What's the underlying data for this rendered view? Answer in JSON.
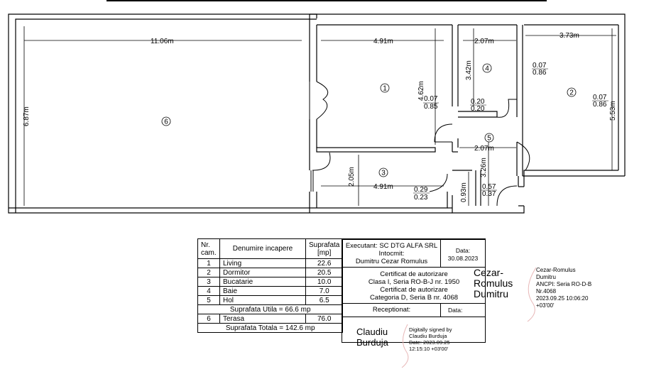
{
  "dimensions": {
    "terrace_width": "11.06m",
    "terrace_height": "6.87m",
    "living_width": "4.91m",
    "living_height": "4.62m",
    "bath_width": "2.07m",
    "bath_height": "3.42m",
    "bedroom_width": "3.73m",
    "bedroom_height": "5.53m",
    "hall_width": "2.07m",
    "hall_height": "3.26m",
    "kitchen_width": "4.91m",
    "kitchen_height": "2.05m",
    "small_height": "0.93m"
  },
  "windows": {
    "living": [
      "0.07",
      "0.85"
    ],
    "bath": [
      "0.20",
      "0.20"
    ],
    "bedroom_left": [
      "0.07",
      "0.86"
    ],
    "bedroom_right": [
      "0.07",
      "0.86"
    ],
    "kitchen": [
      "0.29",
      "0.23"
    ],
    "hall": [
      "0.57",
      "0.37"
    ]
  },
  "room_numbers": {
    "living": "1",
    "bedroom": "2",
    "kitchen": "3",
    "bath": "4",
    "hall": "5",
    "terrace": "6"
  },
  "legend": {
    "header_nr": "Nr.",
    "header_cam": "cam.",
    "header_name": "Denumire incapere",
    "header_area": "Suprafata",
    "header_unit": "[mp]",
    "rows": [
      {
        "nr": "1",
        "name": "Living",
        "area": "22.6"
      },
      {
        "nr": "2",
        "name": "Dormitor",
        "area": "20.5"
      },
      {
        "nr": "3",
        "name": "Bucatarie",
        "area": "10.0"
      },
      {
        "nr": "4",
        "name": "Baie",
        "area": "7.0"
      },
      {
        "nr": "5",
        "name": "Hol",
        "area": "6.5"
      }
    ],
    "useful_total": "Suprafata Utila = 66.6 mp",
    "terrace_row": {
      "nr": "6",
      "name": "Terasa",
      "area": "76.0"
    },
    "grand_total": "Suprafata Totala = 142.6 mp"
  },
  "info": {
    "executant": "Executant: SC DTG ALFA SRL",
    "intocmit": "Intocmit:",
    "author": "Dumitru Cezar Romulus",
    "data_label": "Data:",
    "data_value": "30.08.2023",
    "cert1_title": "Certificat de autorizare",
    "cert1_detail": "Clasa I, Seria RO-B-J nr. 1950",
    "cert2_title": "Certificat de autorizare",
    "cert2_detail": "Categoria D, Seria B nr. 4068",
    "receptionat": "Receptionat:",
    "data2_label": "Data:"
  },
  "signatures": {
    "cezar_name_1": "Cezar-",
    "cezar_name_2": "Romulus",
    "cezar_name_3": "Dumitru",
    "cezar_details": [
      "Cezar-Romulus",
      "Dumitru",
      "ANCPI: Seria RO-D-B",
      "Nr.4068",
      "2023.09.25 10:06:20",
      "+03'00'"
    ],
    "claudiu_name_1": "Claudiu",
    "claudiu_name_2": "Burduja",
    "claudiu_details": [
      "Digitally signed by",
      "Claudiu Burduja",
      "Date: 2023.09.25",
      "12:15:10 +03'00'"
    ]
  },
  "colors": {
    "wall": "#000000",
    "wall_fill": "#ffffff",
    "signature_line": "#e8b8b8"
  }
}
